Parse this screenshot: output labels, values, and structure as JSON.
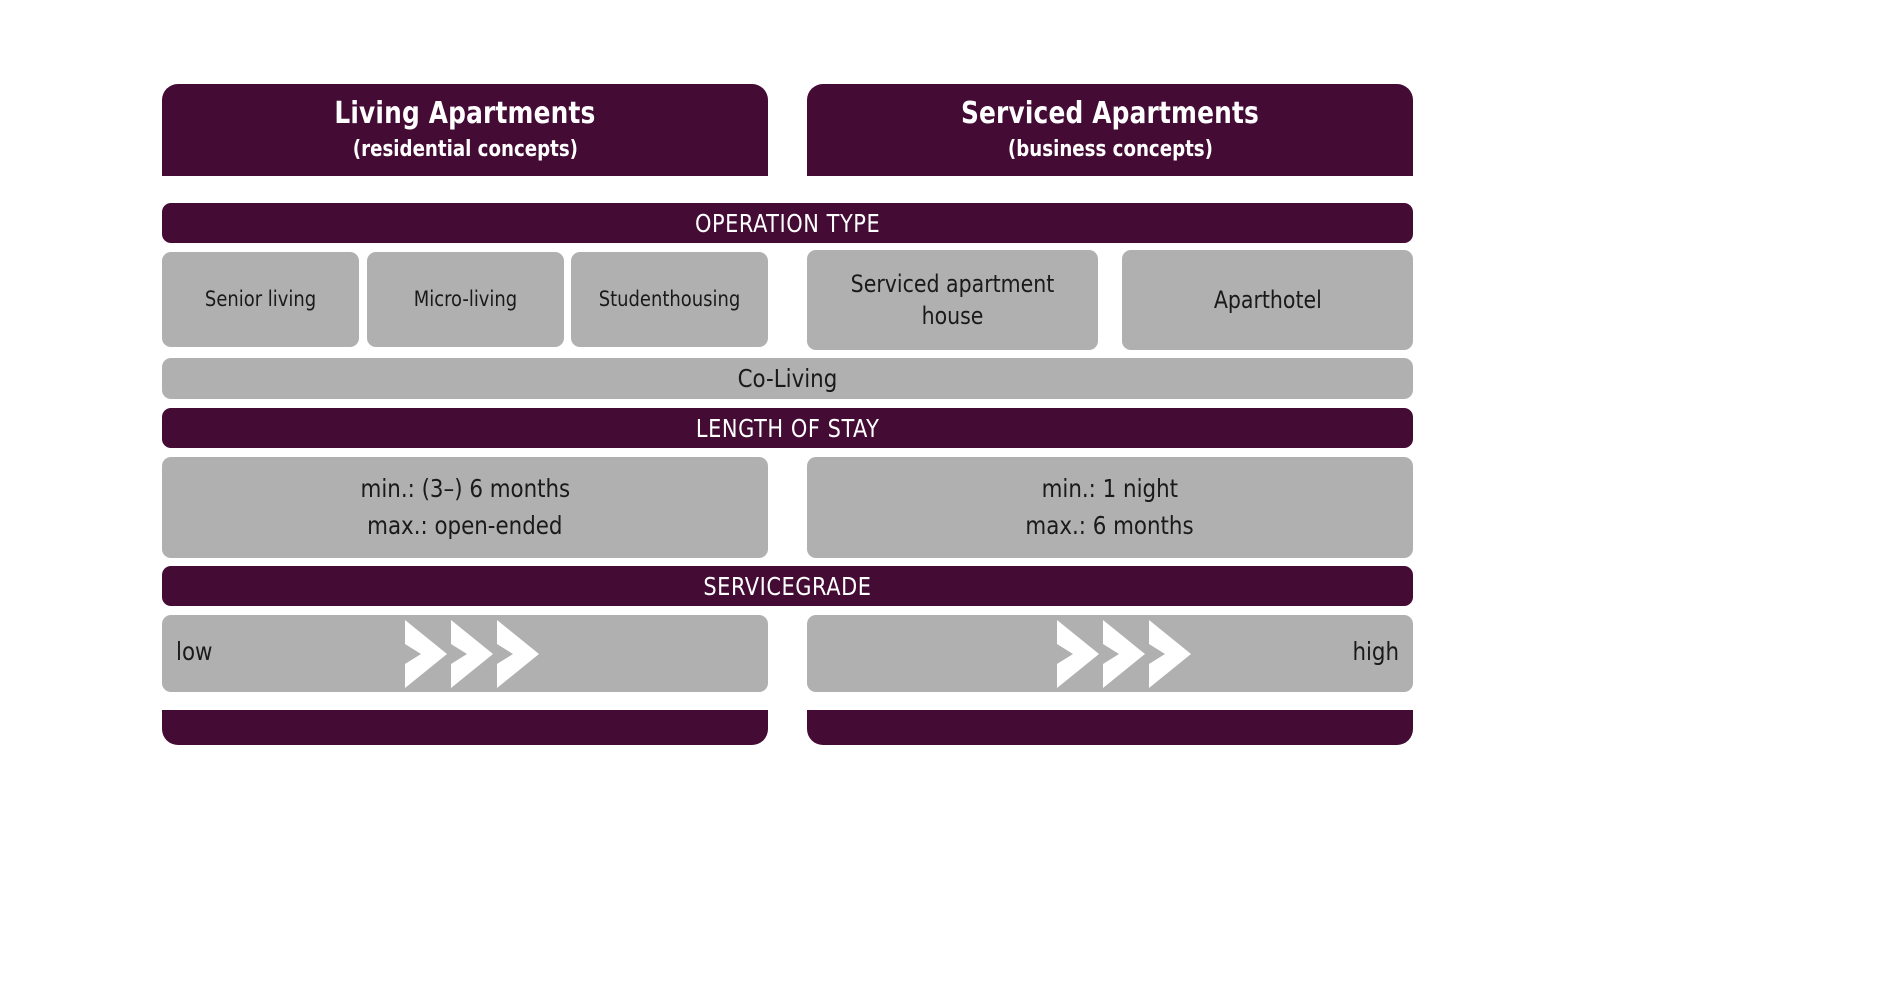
{
  "theme": {
    "purple": "#440B35",
    "gray": "#B0B0B0",
    "text_dark": "#1a1a1a",
    "text_light": "#ffffff"
  },
  "columns": [
    {
      "title": "Living Apartments",
      "subtitle": "(residential concepts)"
    },
    {
      "title": "Serviced Apartments",
      "subtitle": "(business concepts)"
    }
  ],
  "sections": {
    "operation_type": {
      "label": "OPERATION TYPE",
      "left_chips": [
        "Senior living",
        "Micro-living",
        "Studenthousing"
      ],
      "right_chips": [
        "Serviced apartment house",
        "Aparthotel"
      ],
      "spanning_chip": "Co-Living"
    },
    "length_of_stay": {
      "label": "LENGTH OF STAY",
      "left": {
        "min": "min.: (3–) 6 months",
        "max": "max.: open-ended"
      },
      "right": {
        "min": "min.: 1 night",
        "max": "max.: 6 months"
      }
    },
    "servicegrade": {
      "label": "SERVICEGRADE",
      "low_label": "low",
      "high_label": "high",
      "arrow_count": 3,
      "arrow_glyph": "chevron-right"
    }
  }
}
